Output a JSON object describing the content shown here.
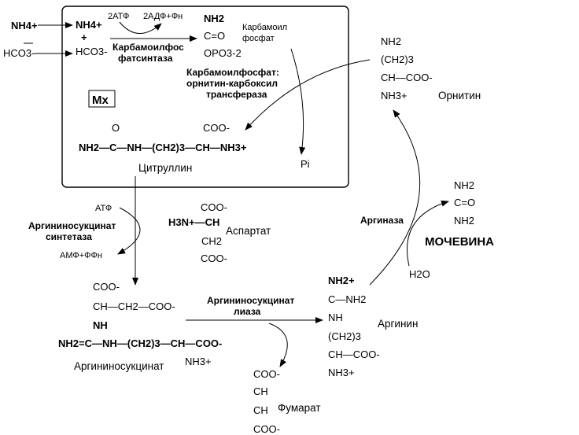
{
  "mito": {
    "box_label": "Мх",
    "nh4_out": "NH4+",
    "hco3_out": "HCO3-",
    "nh4_in": "NH4+",
    "plus": "+",
    "hco3_in": "HCO3-",
    "atp2": "2АТФ",
    "adp2": "2АДФ+Фн",
    "cps_line1": "Карбамоилфос",
    "cps_line2": "фатсинтаза",
    "cp_nh2": "NH2",
    "cp_co": "C=O",
    "cp_opo3": "OPO3-2",
    "cp_name_line1": "Карбамоил",
    "cp_name_line2": "фосфат",
    "otc_line1": "Карбамоилфосфат:",
    "otc_line2": "орнитин-карбоксил",
    "otc_line3": "трансфераза",
    "pi": "Pi",
    "cit_o": "O",
    "cit_coo": "COO-",
    "cit_chain": "NH2—C—NH—(CH2)3—CH—NH3+",
    "cit_name": "Цитруллин"
  },
  "ornithine": {
    "nh2": "NH2",
    "ch2": "(CH2)3",
    "ch_coo": "CH—COO-",
    "nh3": "NH3+",
    "name": "Орнитин"
  },
  "aspartate": {
    "atp": "АТФ",
    "enzyme_line1": "Аргининосукцинат",
    "enzyme_line2": "синтетаза",
    "amp": "АМФ+ФФн",
    "coo_top": "COO-",
    "h3n_ch": "H3N+—CH",
    "ch2": "CH2",
    "coo_bottom": "COO-",
    "name": "Аспартат"
  },
  "argininosuccinate": {
    "coo": "COO-",
    "ch_chain": "CH—CH2—COO-",
    "nh": "NH",
    "main_chain": "NH2=C—NH—(CH2)3—CH—COO-",
    "nh3": "NH3+",
    "name": "Аргининосукцинат"
  },
  "lyase": {
    "line1": "Аргининосукцинат",
    "line2": "лиаза"
  },
  "fumarate": {
    "coo_top": "COO-",
    "ch1": "CH",
    "ch2": "CH",
    "coo_bottom": "COO-",
    "name": "Фумарат"
  },
  "arginine": {
    "nh2_plus": "NH2+",
    "c_nh2": "C—NH2",
    "nh": "NH",
    "ch2": "(CH2)3",
    "ch_coo": "CH—COO-",
    "nh3": "NH3+",
    "name": "Аргинин"
  },
  "arginase": {
    "name": "Аргиназа",
    "water": "H2O"
  },
  "urea": {
    "nh2_top": "NH2",
    "c_o": "C=O",
    "nh2_bottom": "NH2",
    "name": "МОЧЕВИНА"
  }
}
